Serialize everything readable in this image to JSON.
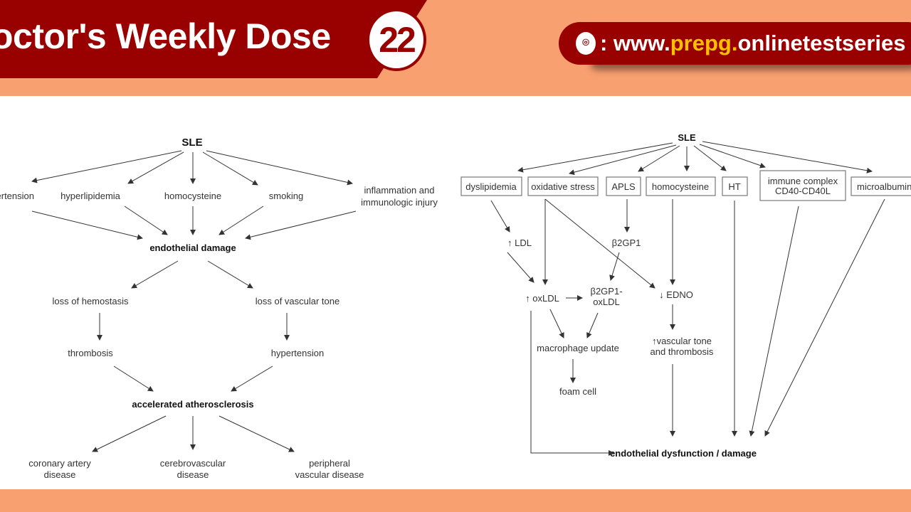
{
  "header": {
    "title": "octor's Weekly Dose",
    "issue_number": "22",
    "url_prefix": ": www.",
    "url_highlight": "prepg.",
    "url_suffix": "onlinetestseries",
    "colors": {
      "banner": "#990000",
      "background": "#F9A070",
      "highlight": "#FFC000"
    }
  },
  "left_diagram": {
    "root": "SLE",
    "causes": [
      "hypertension",
      "hyperlipidemia",
      "homocysteine",
      "smoking"
    ],
    "cause_inflammation": [
      "inflammation and",
      "immunologic injury"
    ],
    "center": "endothelial damage",
    "branches": [
      "loss of hemostasis",
      "loss of vascular tone"
    ],
    "branch_results": [
      "thrombosis",
      "hypertension"
    ],
    "outcome": "accelerated atherosclerosis",
    "diseases": [
      [
        "coronary artery",
        "disease"
      ],
      [
        "cerebrovascular",
        "disease"
      ],
      [
        "peripheral",
        "vascular disease"
      ]
    ]
  },
  "right_diagram": {
    "root": "SLE",
    "boxes": [
      "dyslipidemia",
      "oxidative stress",
      "APLS",
      "homocysteine",
      "HT",
      "microalbuminuria"
    ],
    "immune_box": [
      "immune complex",
      "CD40-CD40L"
    ],
    "ldl": "↑ LDL",
    "b2gp1": "β2GP1",
    "oxldl": "↑ oxLDL",
    "b2gp1_oxldl": [
      "β2GP1-",
      "oxLDL"
    ],
    "edno": "↓ EDNO",
    "macrophage": "macrophage update",
    "vascular": [
      "↑vascular tone",
      "and thrombosis"
    ],
    "foam": "foam cell",
    "outcome": "endothelial dysfunction / damage"
  }
}
